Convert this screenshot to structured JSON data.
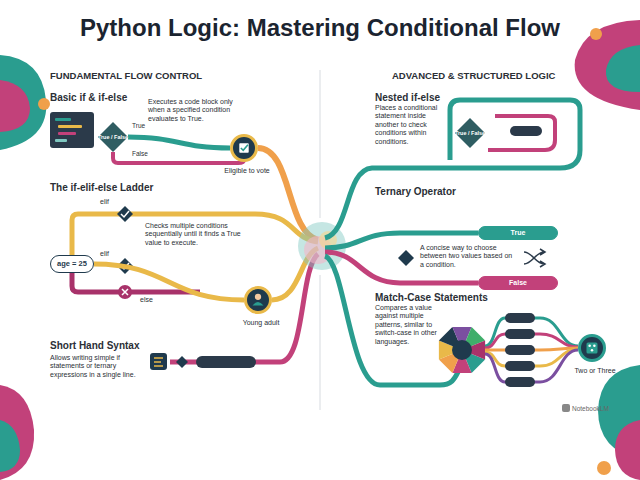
{
  "diagram": {
    "title": "Python Logic: Mastering Conditional Flow",
    "nodes": [
      {
        "text": [
          "True / False"
        ]
      },
      {
        "text": [
          "Eligible to vote"
        ]
      },
      {
        "text": [
          "age = 25"
        ]
      },
      {
        "text": [
          "Young adult"
        ]
      },
      {
        "text": [
          "True / False"
        ]
      },
      {
        "text": [
          "True"
        ]
      },
      {
        "text": [
          "False"
        ]
      },
      {
        "text": [
          "Two or Three"
        ]
      }
    ],
    "edges": [
      {
        "from": 0,
        "to": 1,
        "arrow": "none"
      },
      {
        "from": 2,
        "to": 3,
        "arrow": "none"
      }
    ],
    "labels": [
      "FUNDAMENTAL FLOW CONTROL",
      "ADVANCED & STRUCTURED LOGIC",
      "Basic if & if-else",
      "Executes a code block only when a specified condition evaluates to True.",
      "True",
      "False",
      "The if-elif-else Ladder",
      "elif",
      "Checks multiple conditions sequentially until it finds a True value to execute.",
      "elif",
      "else",
      "Short Hand Syntax",
      "Allows writing simple if statements or ternary expressions in a single line.",
      "Nested if-else",
      "Places a conditional statement inside another to check conditions within conditions.",
      "Ternary Operator",
      "A concise way to choose between two values based on a condition.",
      "Match-Case Statements",
      "Compares a value against multiple patterns, similar to switch-case in other languages.",
      "NotebookLM"
    ]
  }
}
